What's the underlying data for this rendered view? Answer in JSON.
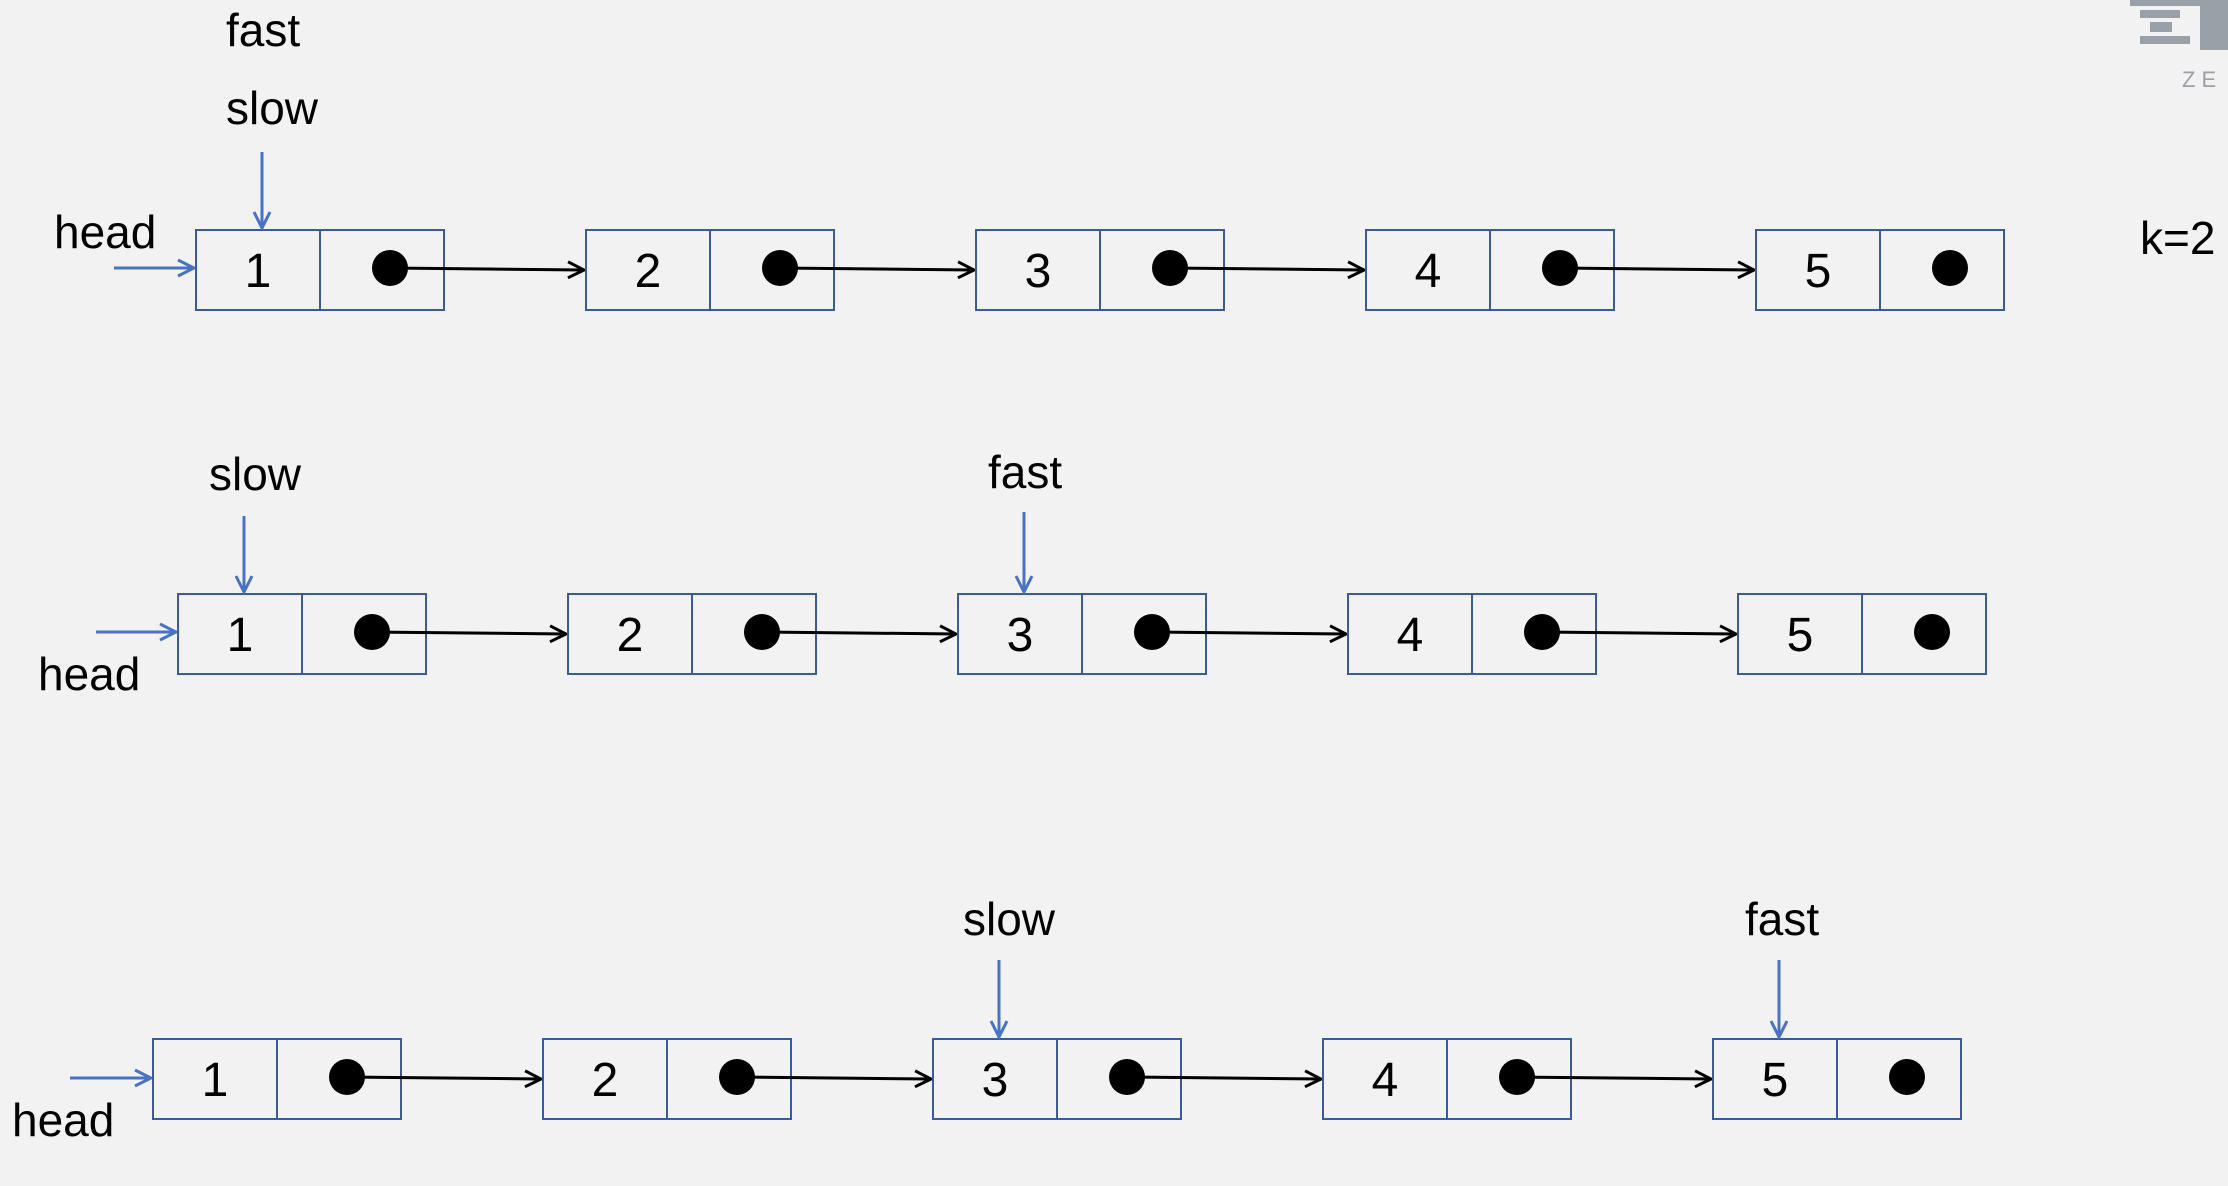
{
  "watermark": {
    "text": "ZE"
  },
  "k_label": "k=2",
  "rows": [
    {
      "head_label": "head",
      "nodes": [
        "1",
        "2",
        "3",
        "4",
        "5"
      ],
      "pointers": [
        {
          "labels": [
            "fast",
            "slow"
          ],
          "node_index": 0
        }
      ]
    },
    {
      "head_label": "head",
      "nodes": [
        "1",
        "2",
        "3",
        "4",
        "5"
      ],
      "pointers": [
        {
          "labels": [
            "slow"
          ],
          "node_index": 0
        },
        {
          "labels": [
            "fast"
          ],
          "node_index": 2
        }
      ]
    },
    {
      "head_label": "head",
      "nodes": [
        "1",
        "2",
        "3",
        "4",
        "5"
      ],
      "pointers": [
        {
          "labels": [
            "slow"
          ],
          "node_index": 2
        },
        {
          "labels": [
            "fast"
          ],
          "node_index": 4
        }
      ]
    }
  ]
}
